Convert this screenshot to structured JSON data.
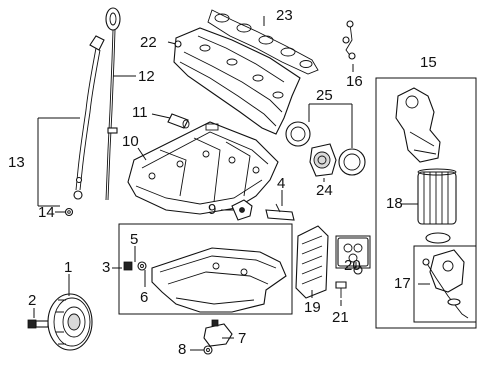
{
  "callouts": {
    "c1": "1",
    "c2": "2",
    "c3": "3",
    "c4": "4",
    "c5": "5",
    "c6": "6",
    "c7": "7",
    "c8": "8",
    "c9": "9",
    "c10": "10",
    "c11": "11",
    "c12": "12",
    "c13": "13",
    "c14": "14",
    "c15": "15",
    "c16": "16",
    "c17": "17",
    "c18": "18",
    "c19": "19",
    "c20": "20",
    "c21": "21",
    "c22": "22",
    "c23": "23",
    "c24": "24",
    "c25": "25"
  }
}
